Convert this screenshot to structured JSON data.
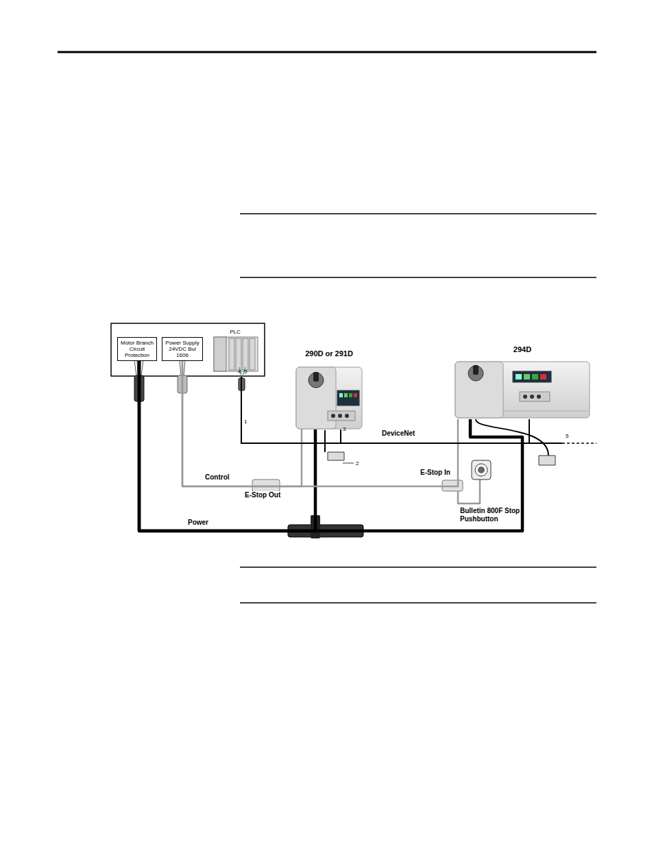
{
  "diagram": {
    "nodes": [
      {
        "text": [
          "Motor Branch Circuit Protection"
        ]
      },
      {
        "text": [
          "Power Supply 24VDC Bul 1606"
        ]
      },
      {
        "text": [
          "PLC"
        ]
      },
      {
        "text": [
          "290D or 291D"
        ]
      },
      {
        "text": [
          "294D"
        ]
      }
    ],
    "edges": [
      {
        "from": 0,
        "to": 3,
        "arrow": "none",
        "label": "Power"
      },
      {
        "from": 0,
        "to": 4,
        "arrow": "none"
      },
      {
        "from": 1,
        "to": 3,
        "arrow": "none",
        "label": "Control"
      },
      {
        "from": 1,
        "to": 4,
        "arrow": "none"
      },
      {
        "from": 2,
        "to": 3,
        "arrow": "none"
      },
      {
        "from": 2,
        "to": 4,
        "arrow": "none",
        "label": "DeviceNet"
      }
    ],
    "labels": [
      "4, 5",
      "1",
      "2",
      "3",
      "5",
      "E-Stop Out",
      "E-Stop In",
      "Bulletin 800F Stop Pushbutton"
    ]
  }
}
